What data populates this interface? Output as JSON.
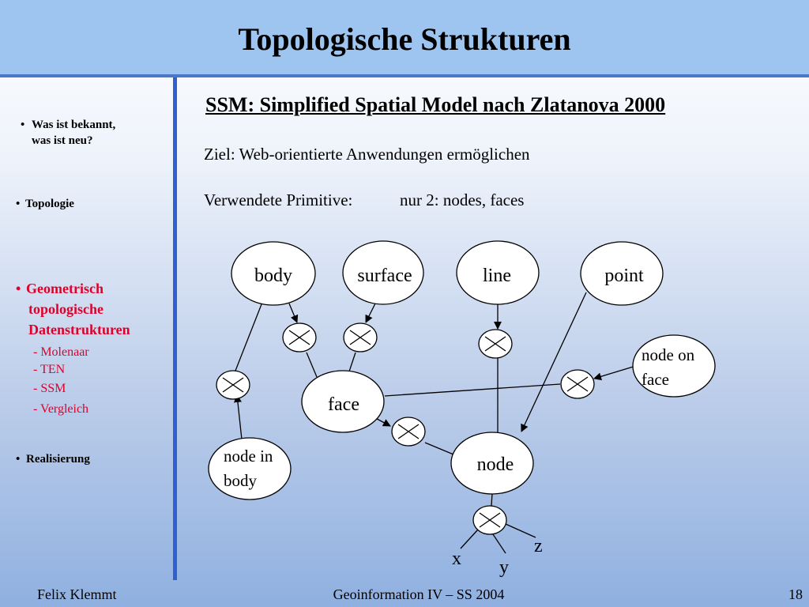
{
  "title": "Topologische Strukturen",
  "sidebar": {
    "items": [
      {
        "label_line1": "Was ist bekannt,",
        "label_line2": "was ist neu?"
      },
      {
        "label": "Topologie"
      },
      {
        "label_line1": "Geometrisch",
        "label_line2": "topologische",
        "label_line3": "Datenstrukturen",
        "subitems": [
          "- Molenaar",
          "- TEN",
          "- SSM",
          "- Vergleich"
        ]
      },
      {
        "label": "Realisierung"
      }
    ]
  },
  "main": {
    "heading": "SSM: Simplified Spatial Model nach Zlatanova 2000",
    "goal": "Ziel: Web-orientierte Anwendungen ermöglichen",
    "primitives_label": "Verwendete Primitive:",
    "primitives_value": "nur 2:  nodes, faces"
  },
  "diagram": {
    "nodes": {
      "body": "body",
      "surface": "surface",
      "line": "line",
      "point": "point",
      "face": "face",
      "node": "node",
      "node_in_body_1": "node in",
      "node_in_body_2": "body",
      "node_on_face_1": "node on",
      "node_on_face_2": "face"
    },
    "axes": {
      "x": "x",
      "y": "y",
      "z": "z"
    }
  },
  "footer": {
    "author": "Felix Klemmt",
    "course": "Geoinformation IV – SS 2004",
    "page": "18"
  },
  "colors": {
    "title_bar": "#9ec5f0",
    "divider": "#2f5fd0",
    "active_red": "#e0002a"
  }
}
